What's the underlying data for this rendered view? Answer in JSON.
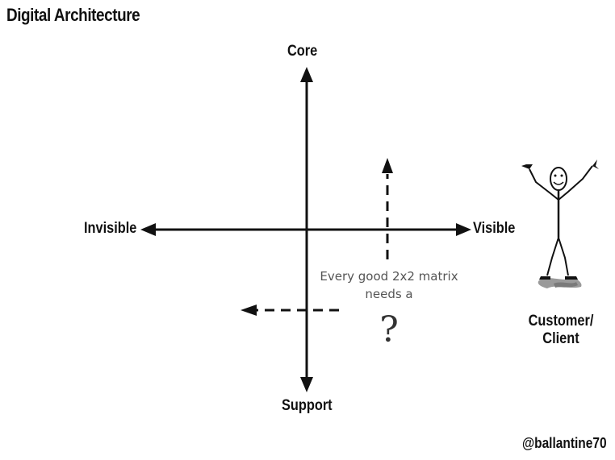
{
  "title": "Digital Architecture",
  "axes": {
    "top": "Core",
    "bottom": "Support",
    "left": "Invisible",
    "right": "Visible"
  },
  "note": {
    "line1": "Every good 2x2 matrix",
    "line2": "needs a",
    "mark": "?"
  },
  "figure": {
    "label_line1": "Customer/",
    "label_line2": "Client"
  },
  "handle": "@ballantine70",
  "colors": {
    "ink": "#111111",
    "note": "#555555",
    "shadow": "#9a9a9a"
  }
}
